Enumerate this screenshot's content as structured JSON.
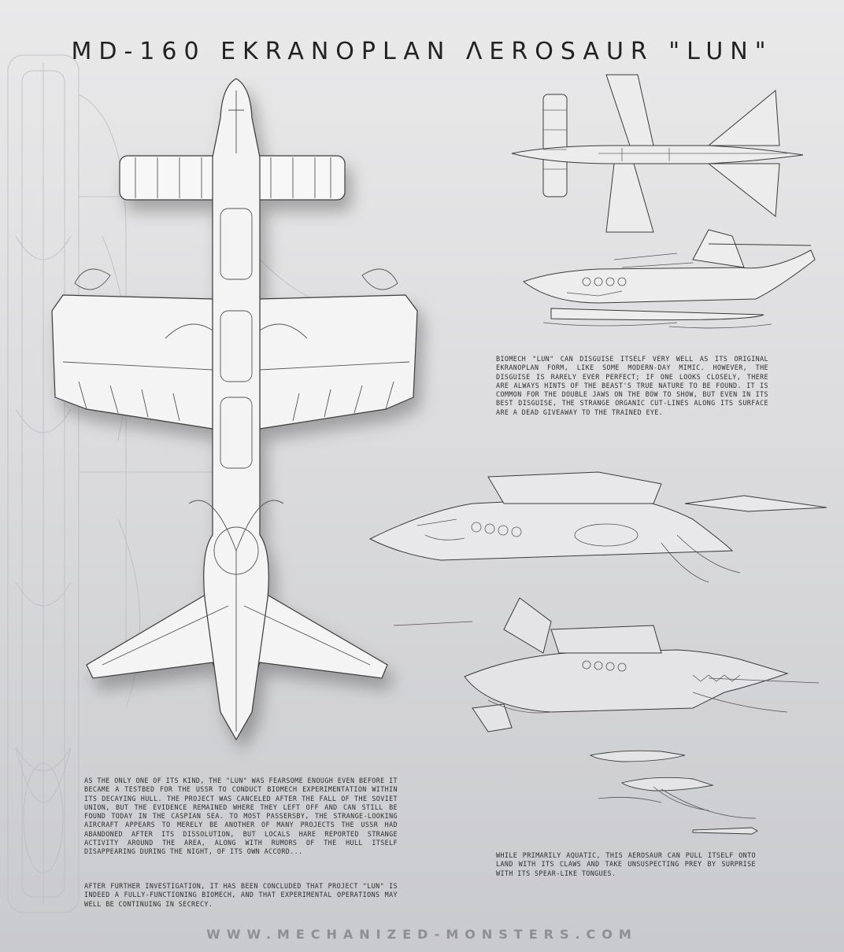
{
  "title": "MD-160 EKRANOPLAN ΛEROSAUR \"LUN\"",
  "disguise_text": "Biomech \"Lun\" can disguise itself very well as its original ekranoplan form, like some modern-day mimic. However, the disguise is rarely ever perfect; if one looks closely, there are always hints of the beast's true nature to be found. It is common for the double jaws on the bow to show, but even in its best disguise, the strange organic cut-lines along its surface are a dead giveaway to the trained eye.",
  "history_text": "As the only one of its kind, the \"Lun\" was fearsome enough even before it became a testbed for the USSR to conduct biomech experimentation within its decaying hull. The project was canceled after the fall of the soviet union, but the evidence remained where they left off and can still be found today in the Caspian Sea. To most passersby, the strange-looking aircraft appears to merely be another of many projects the USSR had abandoned after its dissolution, but locals hare reported strange activity around the area, along with rumors of the hull itself disappearing during the night, of its own accord...",
  "history_text_2": "After further investigation, it has been concluded that project \"Lun\" is indeed a fully-functioning biomech, and that experimental operations may well be continuing in secrecy.",
  "aquatic_text": "While primarily aquatic, this aerosaur can pull itself onto land with its claws and take unsuspecting prey by surprise with its spear-like tongues.",
  "url": "WWW.MECHANIZED-MONSTERS.COM",
  "colors": {
    "background_top": "#e9e9ea",
    "background_bottom": "#c9cacd",
    "line": "#3a3a3a",
    "hull": "#f4f4f5",
    "ghost": "#b9bcc2"
  }
}
